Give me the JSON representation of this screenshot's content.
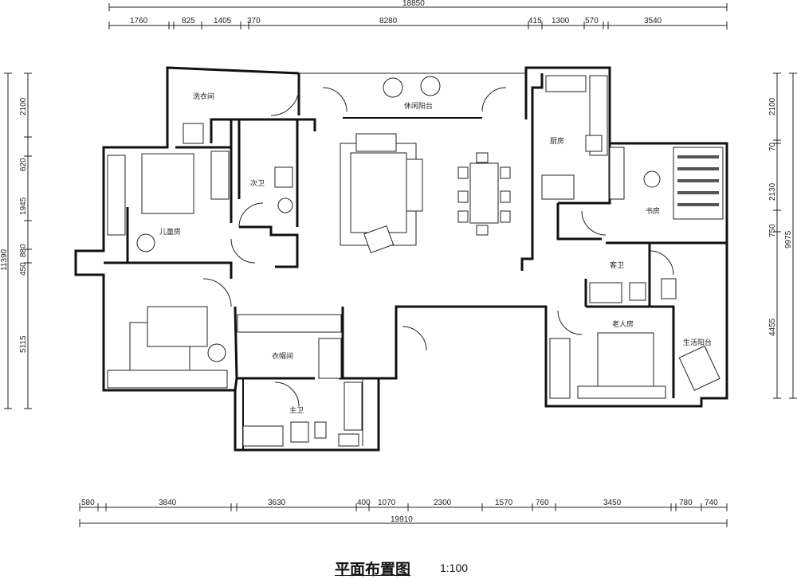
{
  "title": "平面布置图",
  "scale": "1:100",
  "dimensions": {
    "top_total": "18850",
    "top": [
      "1760",
      "825",
      "1405",
      "370",
      "8280",
      "415",
      "1300",
      "570",
      "3540"
    ],
    "left_total": "11390",
    "left": [
      "2100",
      "620",
      "1945",
      "880",
      "450",
      "5115"
    ],
    "right_total": "9975",
    "right": [
      "2100",
      "70",
      "2130",
      "750",
      "4455"
    ],
    "bottom": [
      "580",
      "3840",
      "3630",
      "400",
      "1070",
      "2300",
      "1570",
      "760",
      "3450",
      "780",
      "740"
    ],
    "bottom_total": "19910"
  },
  "rooms": {
    "laundry": "洗衣间",
    "balcony": "休闲阳台",
    "kitchen": "厨房",
    "second_bath": "次卫",
    "kids_room": "儿童房",
    "study": "书房",
    "guest_bath": "客卫",
    "closet": "衣帽间",
    "elder_room": "老人房",
    "service_balcony": "生活阳台",
    "master_bath": "主卫"
  }
}
